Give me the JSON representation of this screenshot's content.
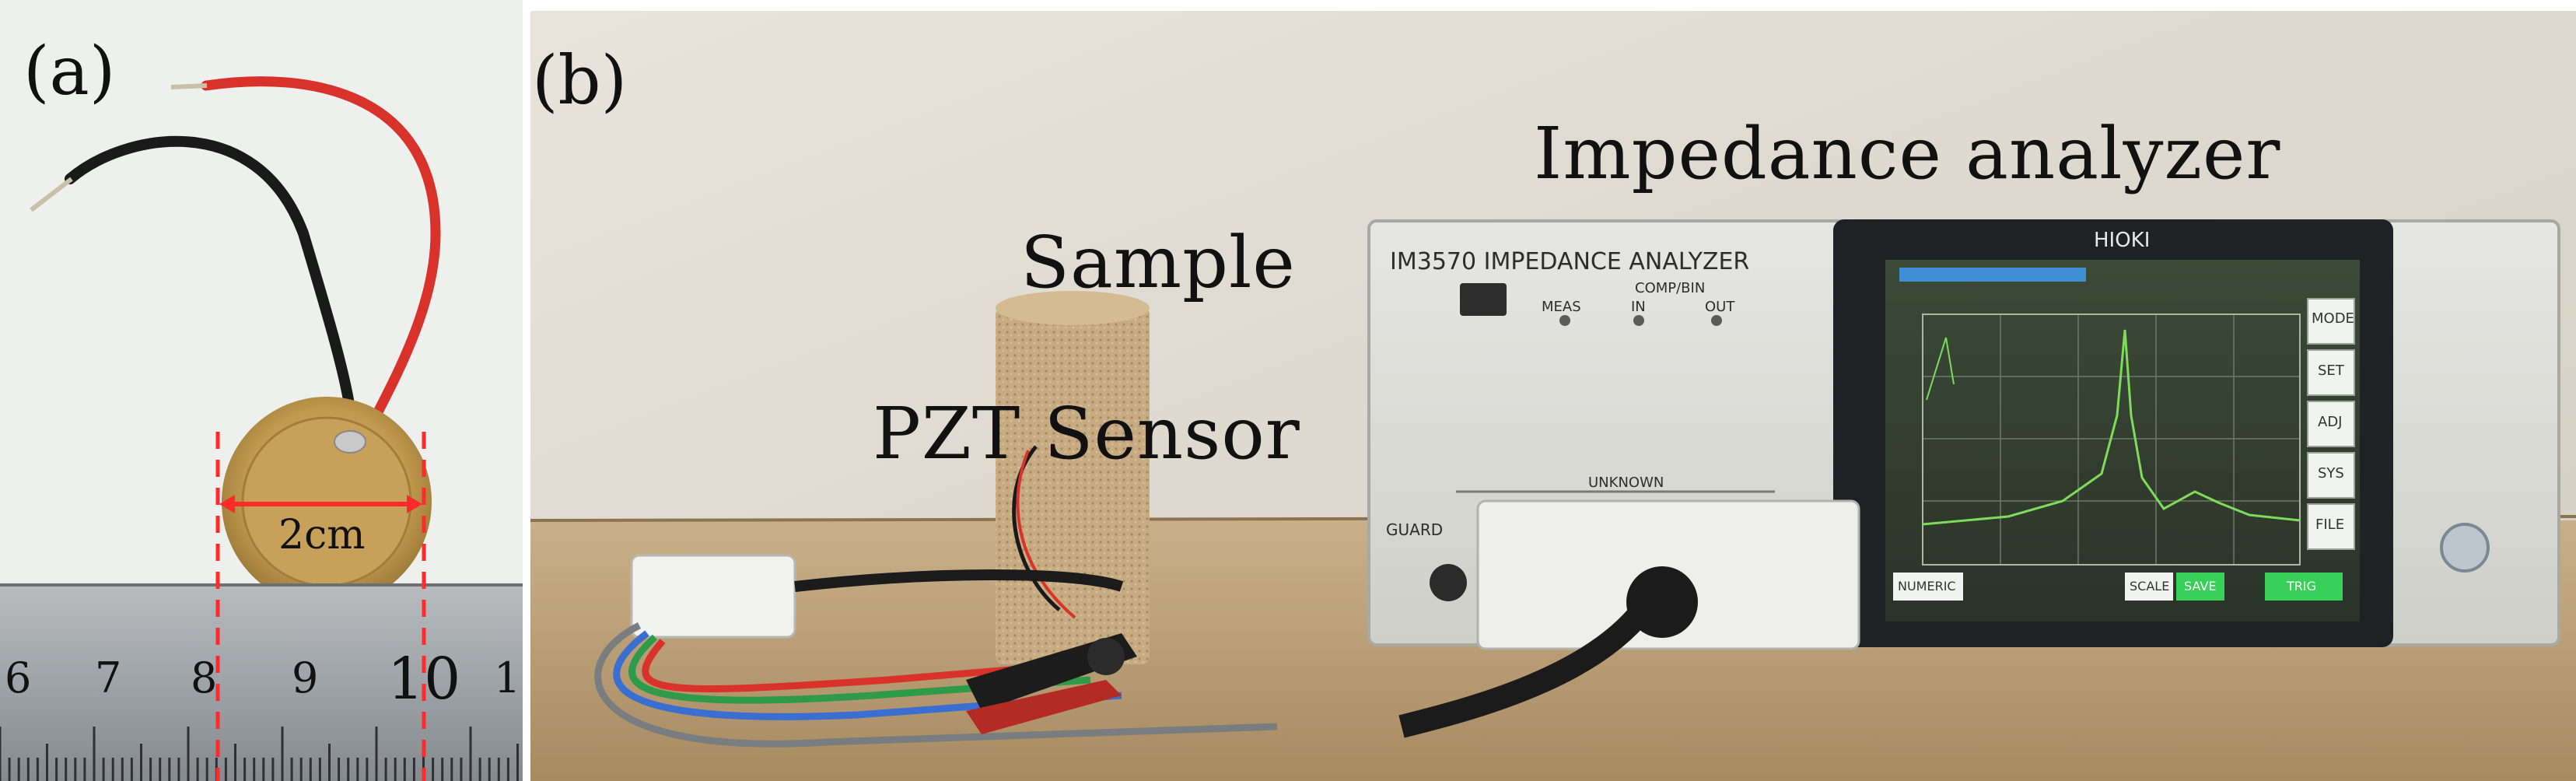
{
  "panel_a": {
    "tag": "(a)",
    "dimension_label": "2cm",
    "ruler_numbers": [
      "6",
      "7",
      "8",
      "9",
      "10",
      "1"
    ]
  },
  "panel_b": {
    "tag": "(b)",
    "labels": {
      "analyzer": "Impedance analyzer",
      "sample": "Sample",
      "sensor": "PZT Sensor"
    },
    "device": {
      "model_text": "IM3570 IMPEDANCE ANALYZER",
      "brand": "HIOKI",
      "meas_label": "MEAS",
      "comp_bin_label": "COMP/BIN",
      "in_label": "IN",
      "out_label": "OUT",
      "unknown_label": "UNKNOWN",
      "guard_label": "GUARD",
      "side_keys": [
        "MODE",
        "SET",
        "ADJ",
        "SYS",
        "FILE"
      ],
      "bottom_keys": [
        "NUMERIC",
        "SCALE",
        "SAVE",
        "TRIG"
      ]
    },
    "colors": {
      "screen_trace": "#7ddc5a",
      "save_key": "#39d05a",
      "wire_red": "#d9322a",
      "wire_black": "#1a1a1a"
    }
  }
}
